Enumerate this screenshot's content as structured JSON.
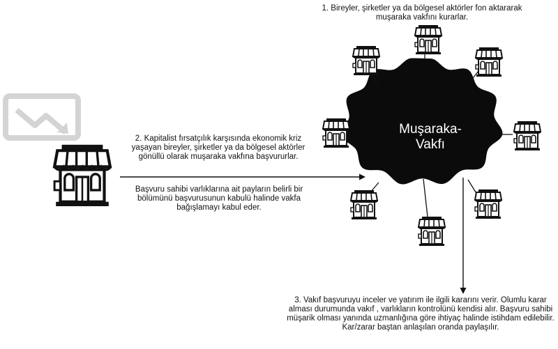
{
  "step1": {
    "text": "1. Bireyler, şirketler ya da bölgesel aktörler fon aktararak muşaraka vakfını kurarlar."
  },
  "step2": {
    "text": "2. Kapitalist fırsatçılık karşısında ekonomik kriz yaşayan bireyler, şirketler ya da bölgesel aktörler gönüllü olarak muşaraka vakfına başvururlar.",
    "note": "Başvuru sahibi varlıklarına ait payların belirli bir bölümünü başvurusunun kabulü halinde vakfa bağışlamayı kabul eder."
  },
  "step3": {
    "text": "3. Vakıf başvuruyu inceler ve yatırım ile ilgili kararını verir. Olumlu karar alması durumunda vakıf , varlıkların kontrolünü kendisi alır. Başvuru sahibi müşarik olması yanında uzmanlığına göre ihtiyaç halinde istihdam edilebilir. Kar/zarar baştan anlaşılan oranda paylaşılır."
  },
  "center": {
    "label": "Muşaraka-\nVakfı"
  },
  "icons": {
    "store": "store-icon",
    "decline": "declining-chart-icon"
  },
  "colors": {
    "ink": "#111111",
    "blob": "#0b0b0b",
    "faded": "#d4d4d4"
  }
}
